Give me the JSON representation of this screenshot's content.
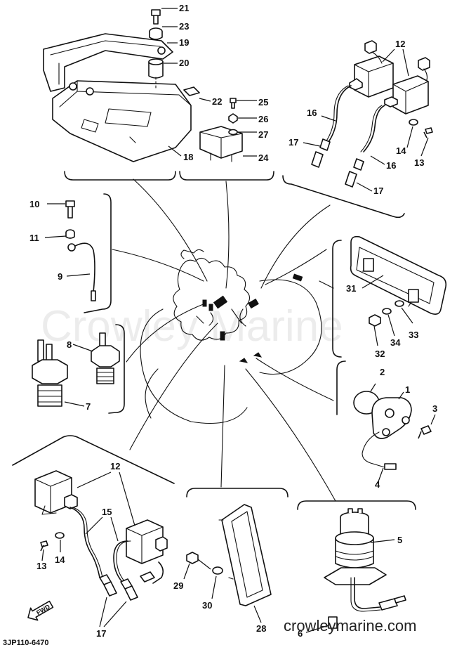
{
  "watermark": "Crowley Marine",
  "site_url": "crowleymarine.com",
  "diagram_code": "3JP110-6470",
  "fwd_label": "FWD",
  "callouts": [
    "21",
    "23",
    "19",
    "20",
    "22",
    "25",
    "26",
    "27",
    "24",
    "18",
    "12",
    "16",
    "17",
    "14",
    "13",
    "16",
    "17",
    "10",
    "11",
    "9",
    "8",
    "7",
    "31",
    "33",
    "34",
    "32",
    "2",
    "1",
    "3",
    "4",
    "12",
    "15",
    "13",
    "14",
    "17",
    "29",
    "30",
    "28",
    "5",
    "6"
  ]
}
